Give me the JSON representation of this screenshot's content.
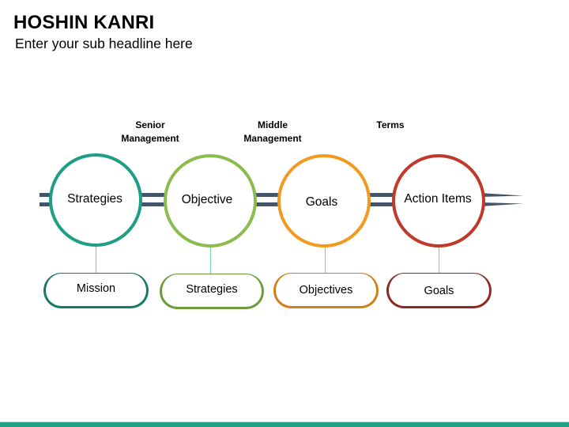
{
  "header": {
    "title": "HOSHIN KANRI",
    "subtitle": "Enter your sub headline here"
  },
  "top_labels": [
    {
      "line1": "Senior",
      "line2": "Management"
    },
    {
      "line1": "Middle",
      "line2": "Management"
    },
    {
      "line1": "Terms",
      "line2": ""
    }
  ],
  "circles": [
    {
      "label": "Strategies",
      "color": "#1f9e86"
    },
    {
      "label": "Objective",
      "color": "#8cbb4e"
    },
    {
      "label": "Goals",
      "color": "#f29a1f"
    },
    {
      "label": "Action Items",
      "color": "#c0392b"
    }
  ],
  "pills": [
    {
      "label": "Mission",
      "color": "#187a66"
    },
    {
      "label": "Strategies",
      "color": "#6f9a3a"
    },
    {
      "label": "Objectives",
      "color": "#d0801a"
    },
    {
      "label": "Goals",
      "color": "#8e2a24"
    }
  ],
  "colors": {
    "arrow_line": "#44546a",
    "connector": "#7ecbbb",
    "bottom_strip": "#22a083"
  }
}
